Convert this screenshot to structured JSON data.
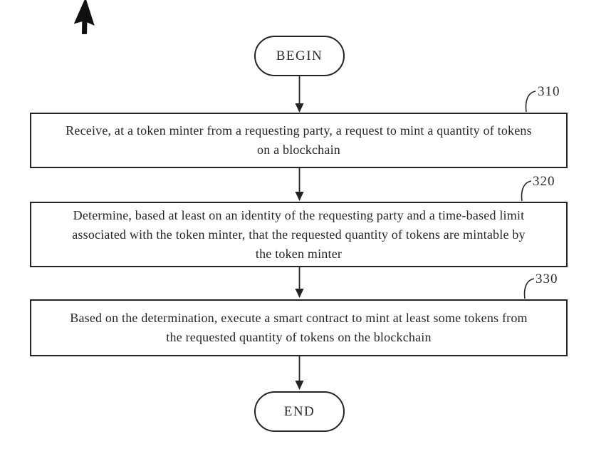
{
  "figure": {
    "ink_color": "#242424",
    "background_color": "#ffffff",
    "terminals": {
      "begin_label": "BEGIN",
      "end_label": "END"
    },
    "steps": [
      {
        "ref": "310",
        "text": "Receive, at a token minter from a requesting party, a request to mint a quantity of tokens\non a blockchain"
      },
      {
        "ref": "320",
        "text": "Determine, based at least on an identity of the requesting party and a time-based limit\nassociated with the token minter, that the requested quantity of tokens are mintable by\nthe token minter"
      },
      {
        "ref": "330",
        "text": "Based on the determination, execute a smart contract to mint at least some tokens from\nthe requested quantity of tokens on the blockchain"
      }
    ],
    "icons": {
      "cursor": "mouse-pointer-arrow"
    }
  }
}
